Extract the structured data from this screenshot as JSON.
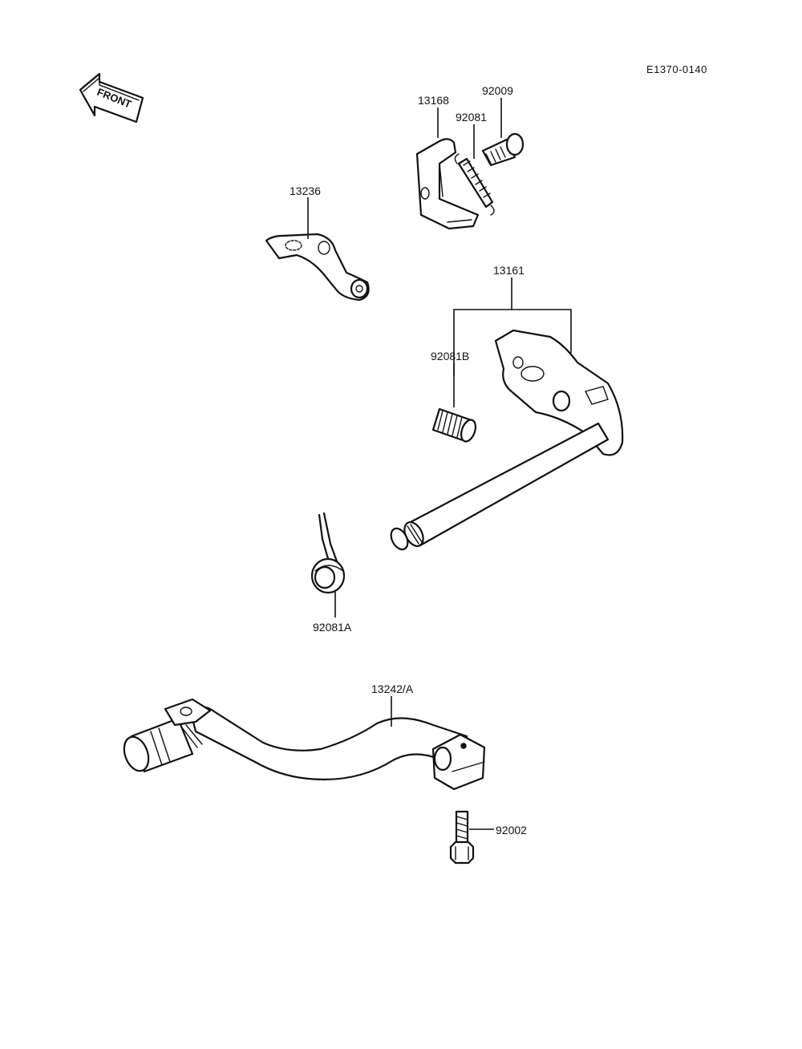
{
  "diagram_code": "E1370-0140",
  "front_label": "FRONT",
  "parts": {
    "p13168": "13168",
    "p92009": "92009",
    "p92081": "92081",
    "p13236": "13236",
    "p13161": "13161",
    "p92081B": "92081B",
    "p92081A": "92081A",
    "p13242A": "13242/A",
    "p92002": "92002"
  }
}
